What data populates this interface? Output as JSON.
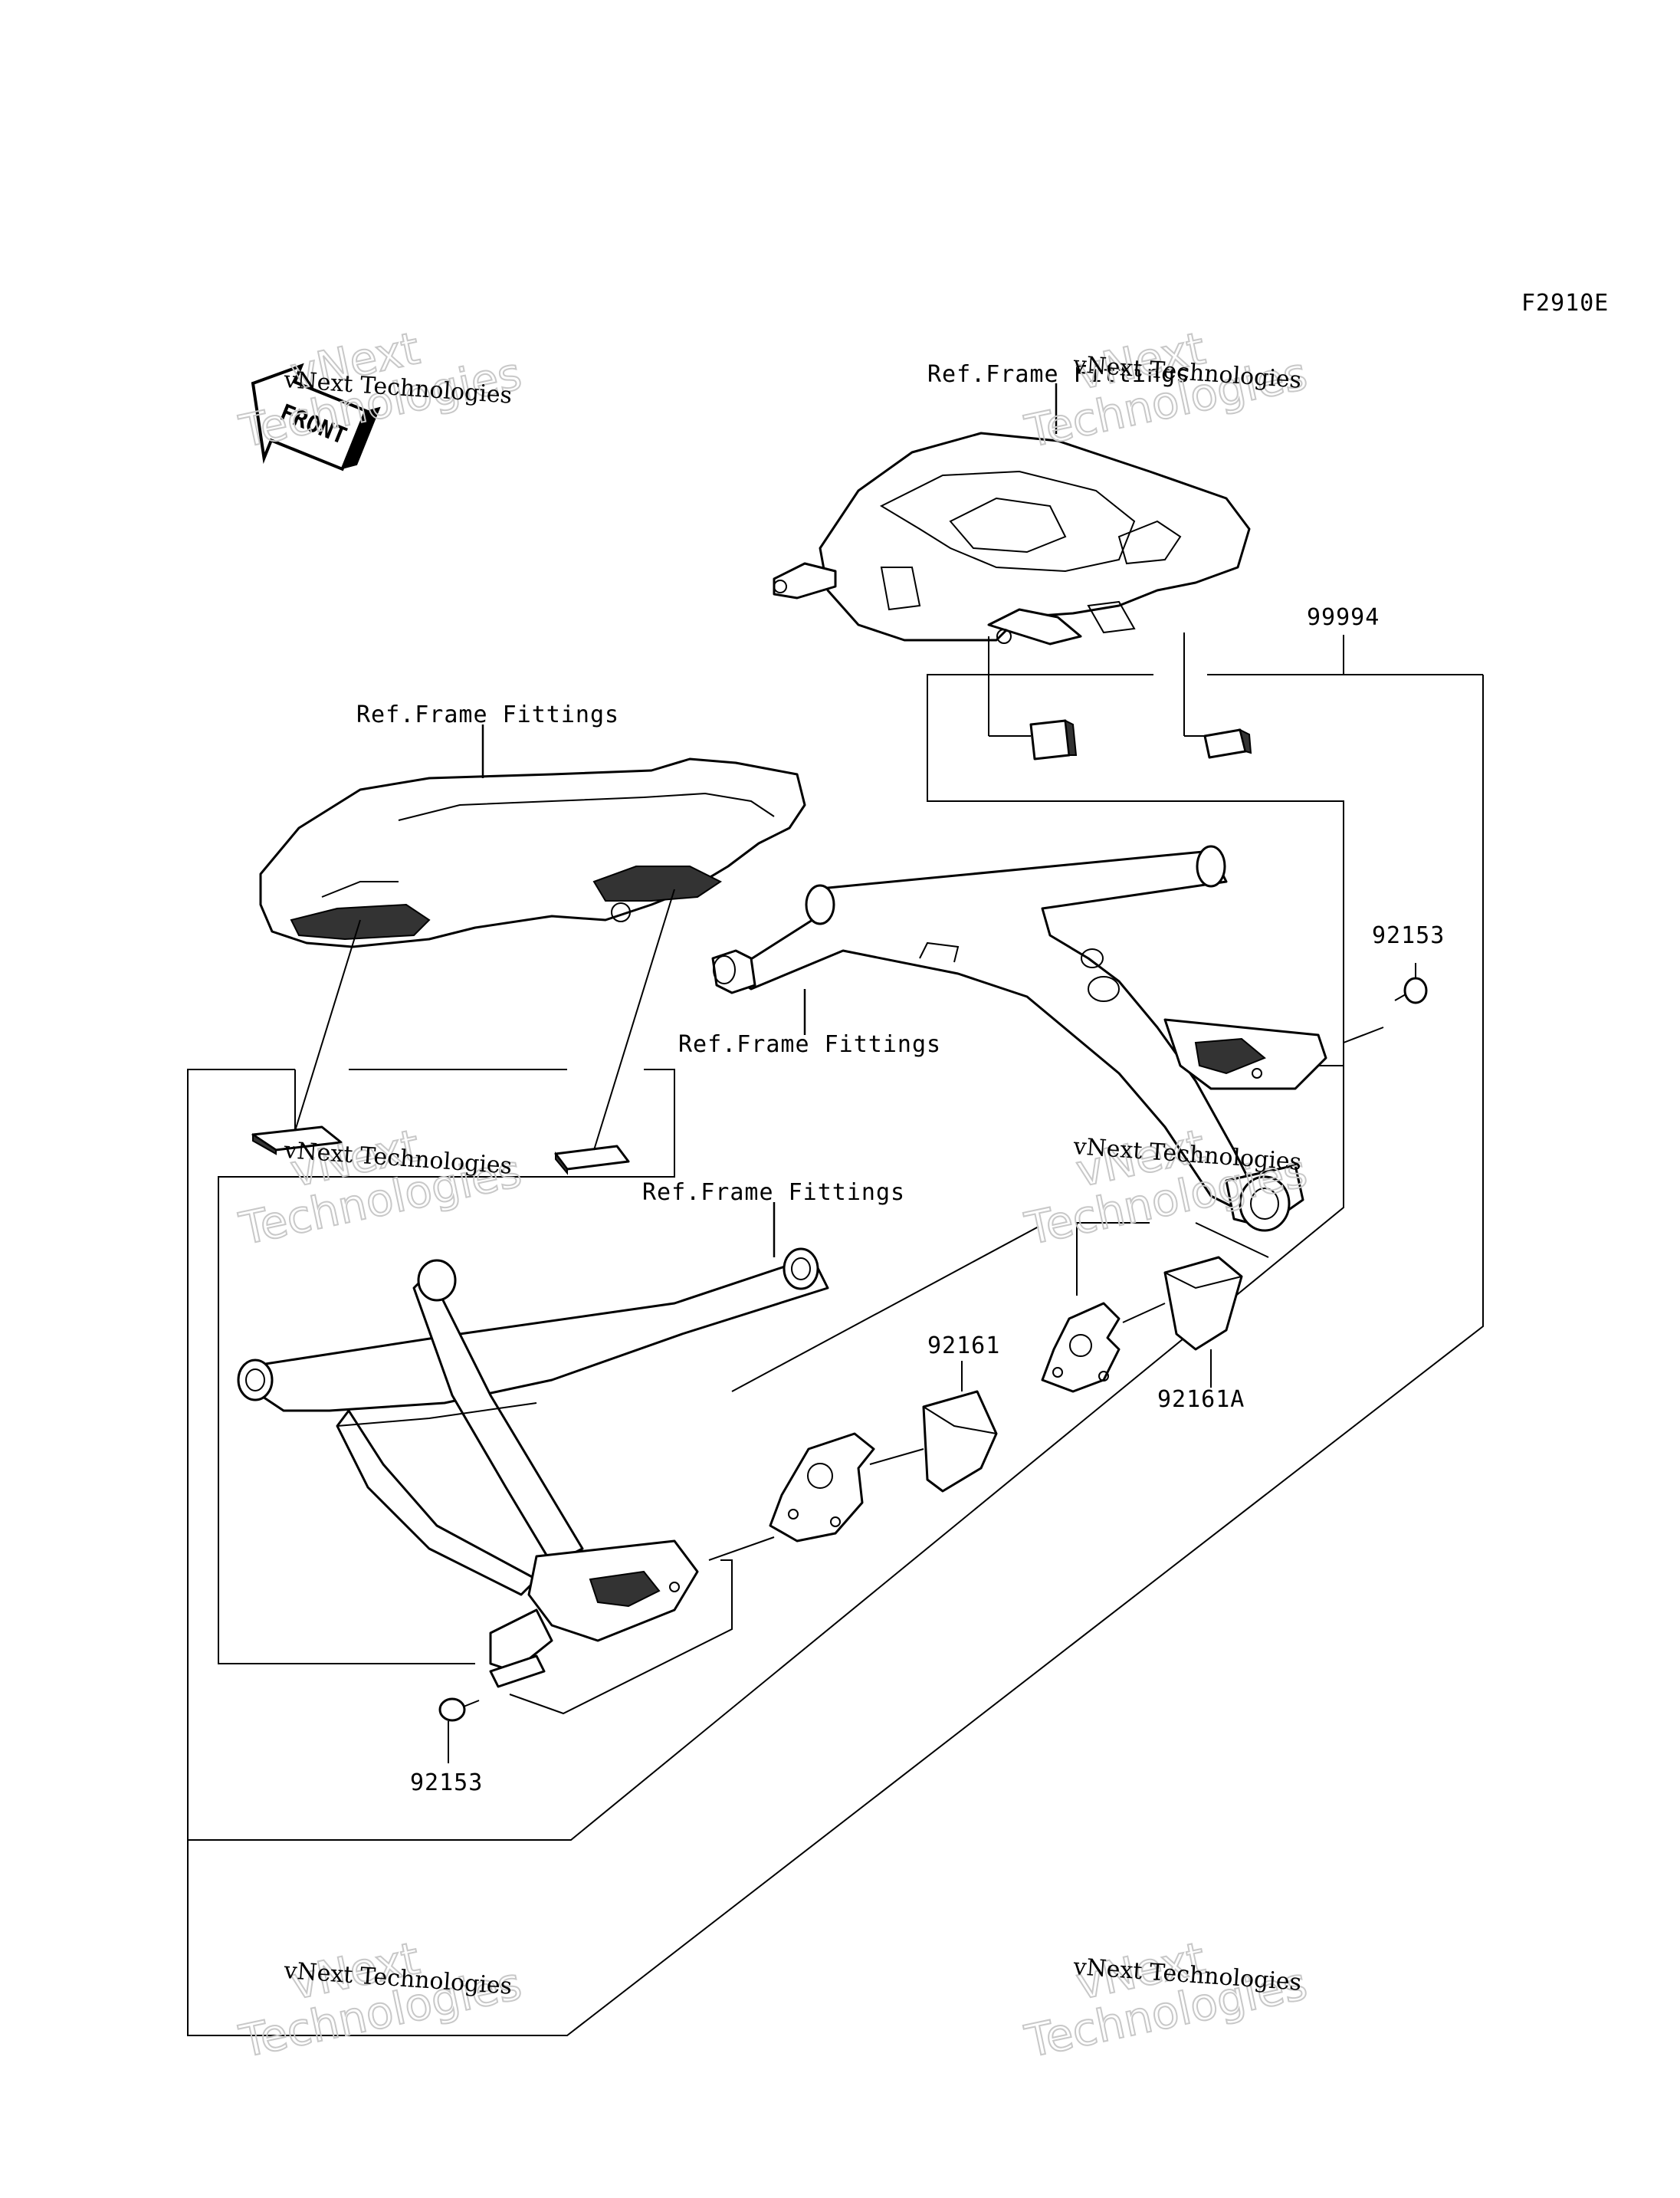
{
  "figure_code": "F2910E",
  "front_badge": "FRONT",
  "labels": {
    "ref_frame_top": "Ref.Frame Fittings",
    "ref_frame_left": "Ref.Frame Fittings",
    "ref_frame_mid": "Ref.Frame Fittings",
    "ref_frame_lower": "Ref.Frame Fittings",
    "part_99994": "99994",
    "part_92153_right": "92153",
    "part_92153_bottom": "92153",
    "part_92161": "92161",
    "part_92161A": "92161A"
  },
  "watermark": {
    "line1": "vNext Technologies",
    "line2": "Technologies",
    "overlay": "vNext"
  }
}
